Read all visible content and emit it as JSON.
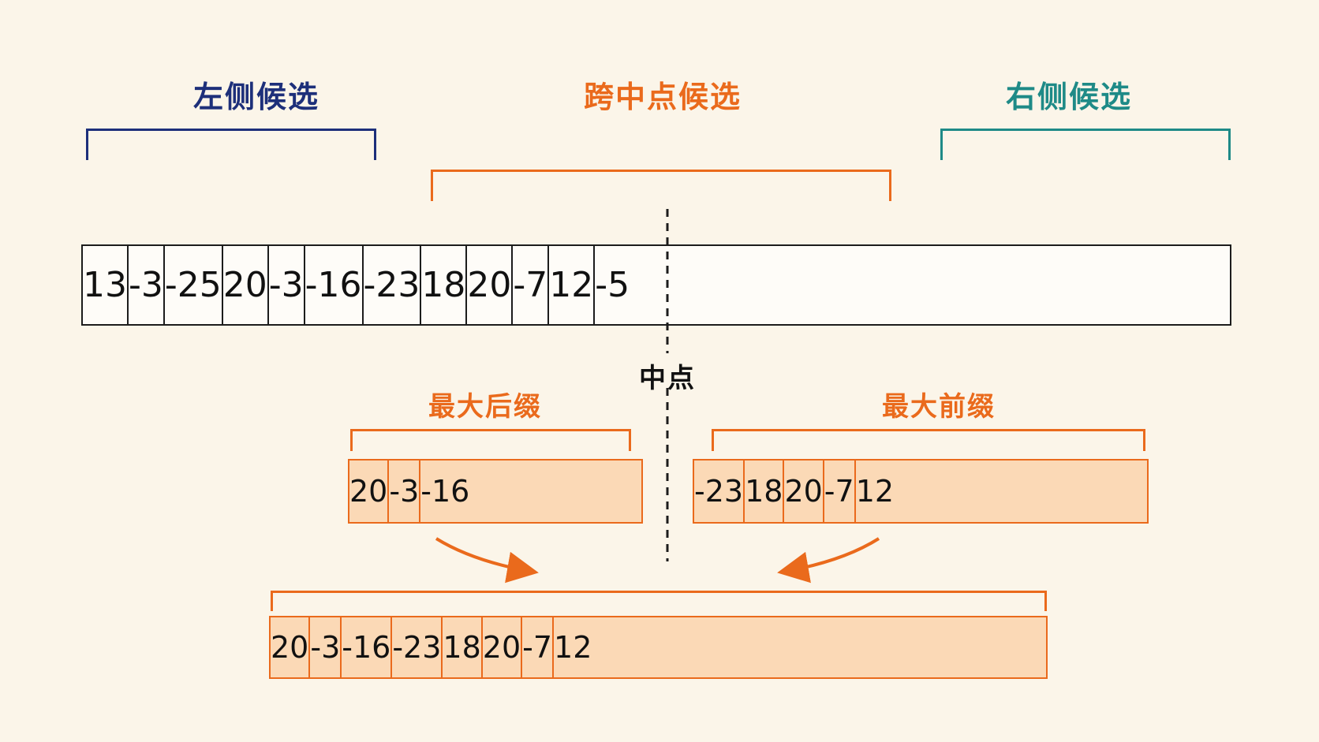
{
  "labels": {
    "left": "左侧候选",
    "cross": "跨中点候选",
    "right": "右侧候选",
    "midpoint": "中点",
    "max_suffix": "最大后缀",
    "max_prefix": "最大前缀"
  },
  "colors": {
    "left": "#1d2f7a",
    "cross": "#ea6a1c",
    "right": "#1e8a87",
    "cell_fill": "#fbd9b6"
  },
  "main_array": [
    "13",
    "-3",
    "-25",
    "20",
    "-3",
    "-16",
    "-23",
    "18",
    "20",
    "-7",
    "12",
    "-5"
  ],
  "suffix_array": [
    "20",
    "-3",
    "-16"
  ],
  "prefix_array": [
    "-23",
    "18",
    "20",
    "-7",
    "12"
  ],
  "combined_array": [
    "20",
    "-3",
    "-16",
    "-23",
    "18",
    "20",
    "-7",
    "12"
  ]
}
